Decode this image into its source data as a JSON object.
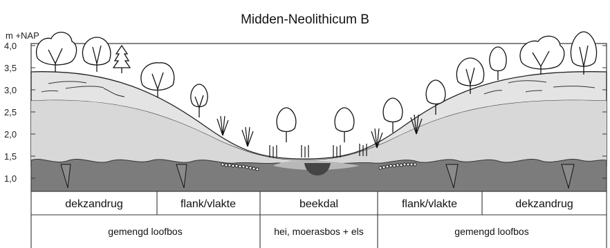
{
  "title": "Midden-Neolithicum B",
  "y_axis": {
    "unit": "m +NAP",
    "ticks": [
      "4,0",
      "3,5",
      "3,0",
      "2,5",
      "2,0",
      "1,5",
      "1,0"
    ]
  },
  "zones": [
    "dekzandrug",
    "flank/vlakte",
    "beekdal",
    "flank/vlakte",
    "dekzandrug"
  ],
  "vegetation": [
    "gemengd loofbos",
    "hei, moerasbos + els",
    "gemengd loofbos"
  ],
  "colors": {
    "upper_sand": "#e4e4e4",
    "lower_sand": "#d7d7d7",
    "subsoil": "#7a7a7a",
    "peat_lens": "#b9b9b9",
    "peat_core": "#444444"
  }
}
